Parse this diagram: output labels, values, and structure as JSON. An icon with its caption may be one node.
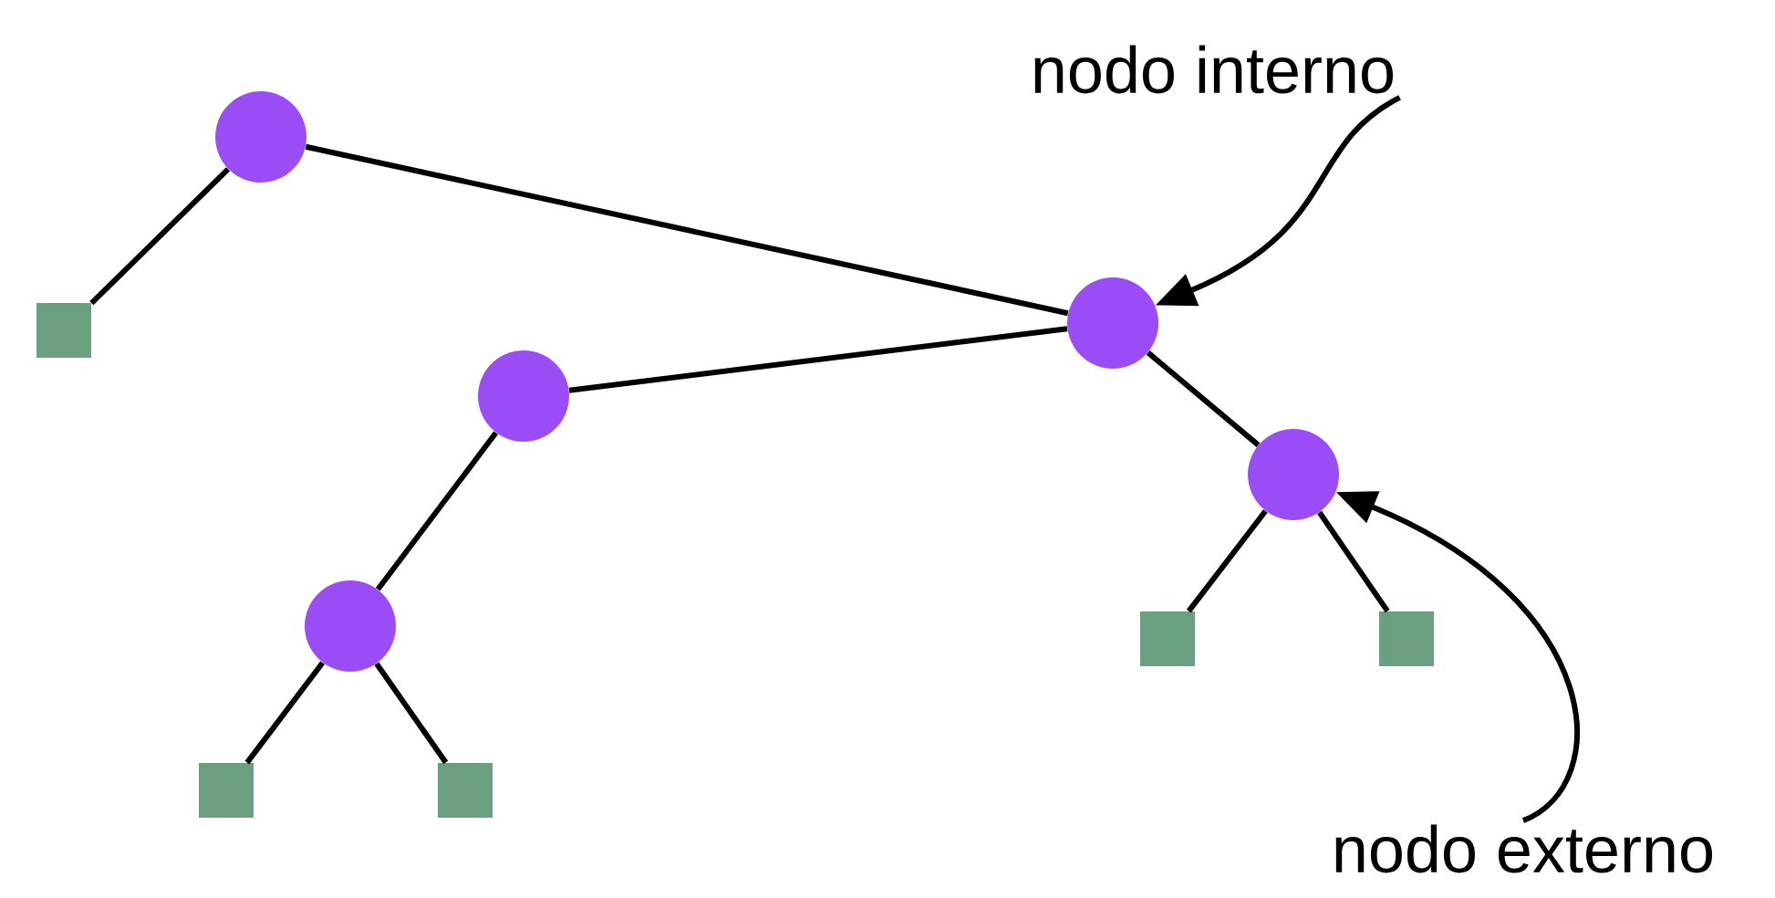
{
  "diagram": {
    "nodes": [
      {
        "text": [
          "nodo interno"
        ]
      },
      {
        "text": [],
        "shape": "circle"
      },
      {
        "text": [],
        "shape": "circle"
      },
      {
        "text": [],
        "shape": "box"
      },
      {
        "text": [],
        "shape": "circle"
      },
      {
        "text": [],
        "shape": "circle"
      },
      {
        "text": [],
        "shape": "circle"
      },
      {
        "text": [],
        "shape": "box"
      },
      {
        "text": [],
        "shape": "box"
      },
      {
        "text": [],
        "shape": "box"
      },
      {
        "text": [],
        "shape": "box"
      },
      {
        "text": [
          "nodo externo"
        ]
      }
    ],
    "edges": [
      {
        "from": 1,
        "to": 3,
        "arrow": "none"
      },
      {
        "from": 1,
        "to": 2,
        "arrow": "none"
      },
      {
        "from": 2,
        "to": 4,
        "arrow": "none"
      },
      {
        "from": 2,
        "to": 5,
        "arrow": "none"
      },
      {
        "from": 4,
        "to": 6,
        "arrow": "none"
      },
      {
        "from": 6,
        "to": 9,
        "arrow": "none"
      },
      {
        "from": 6,
        "to": 10,
        "arrow": "none"
      },
      {
        "from": 5,
        "to": 7,
        "arrow": "none"
      },
      {
        "from": 5,
        "to": 8,
        "arrow": "none"
      },
      {
        "from": 0,
        "to": 2,
        "arrow": "to"
      },
      {
        "from": 11,
        "to": 5,
        "arrow": "to"
      }
    ]
  }
}
